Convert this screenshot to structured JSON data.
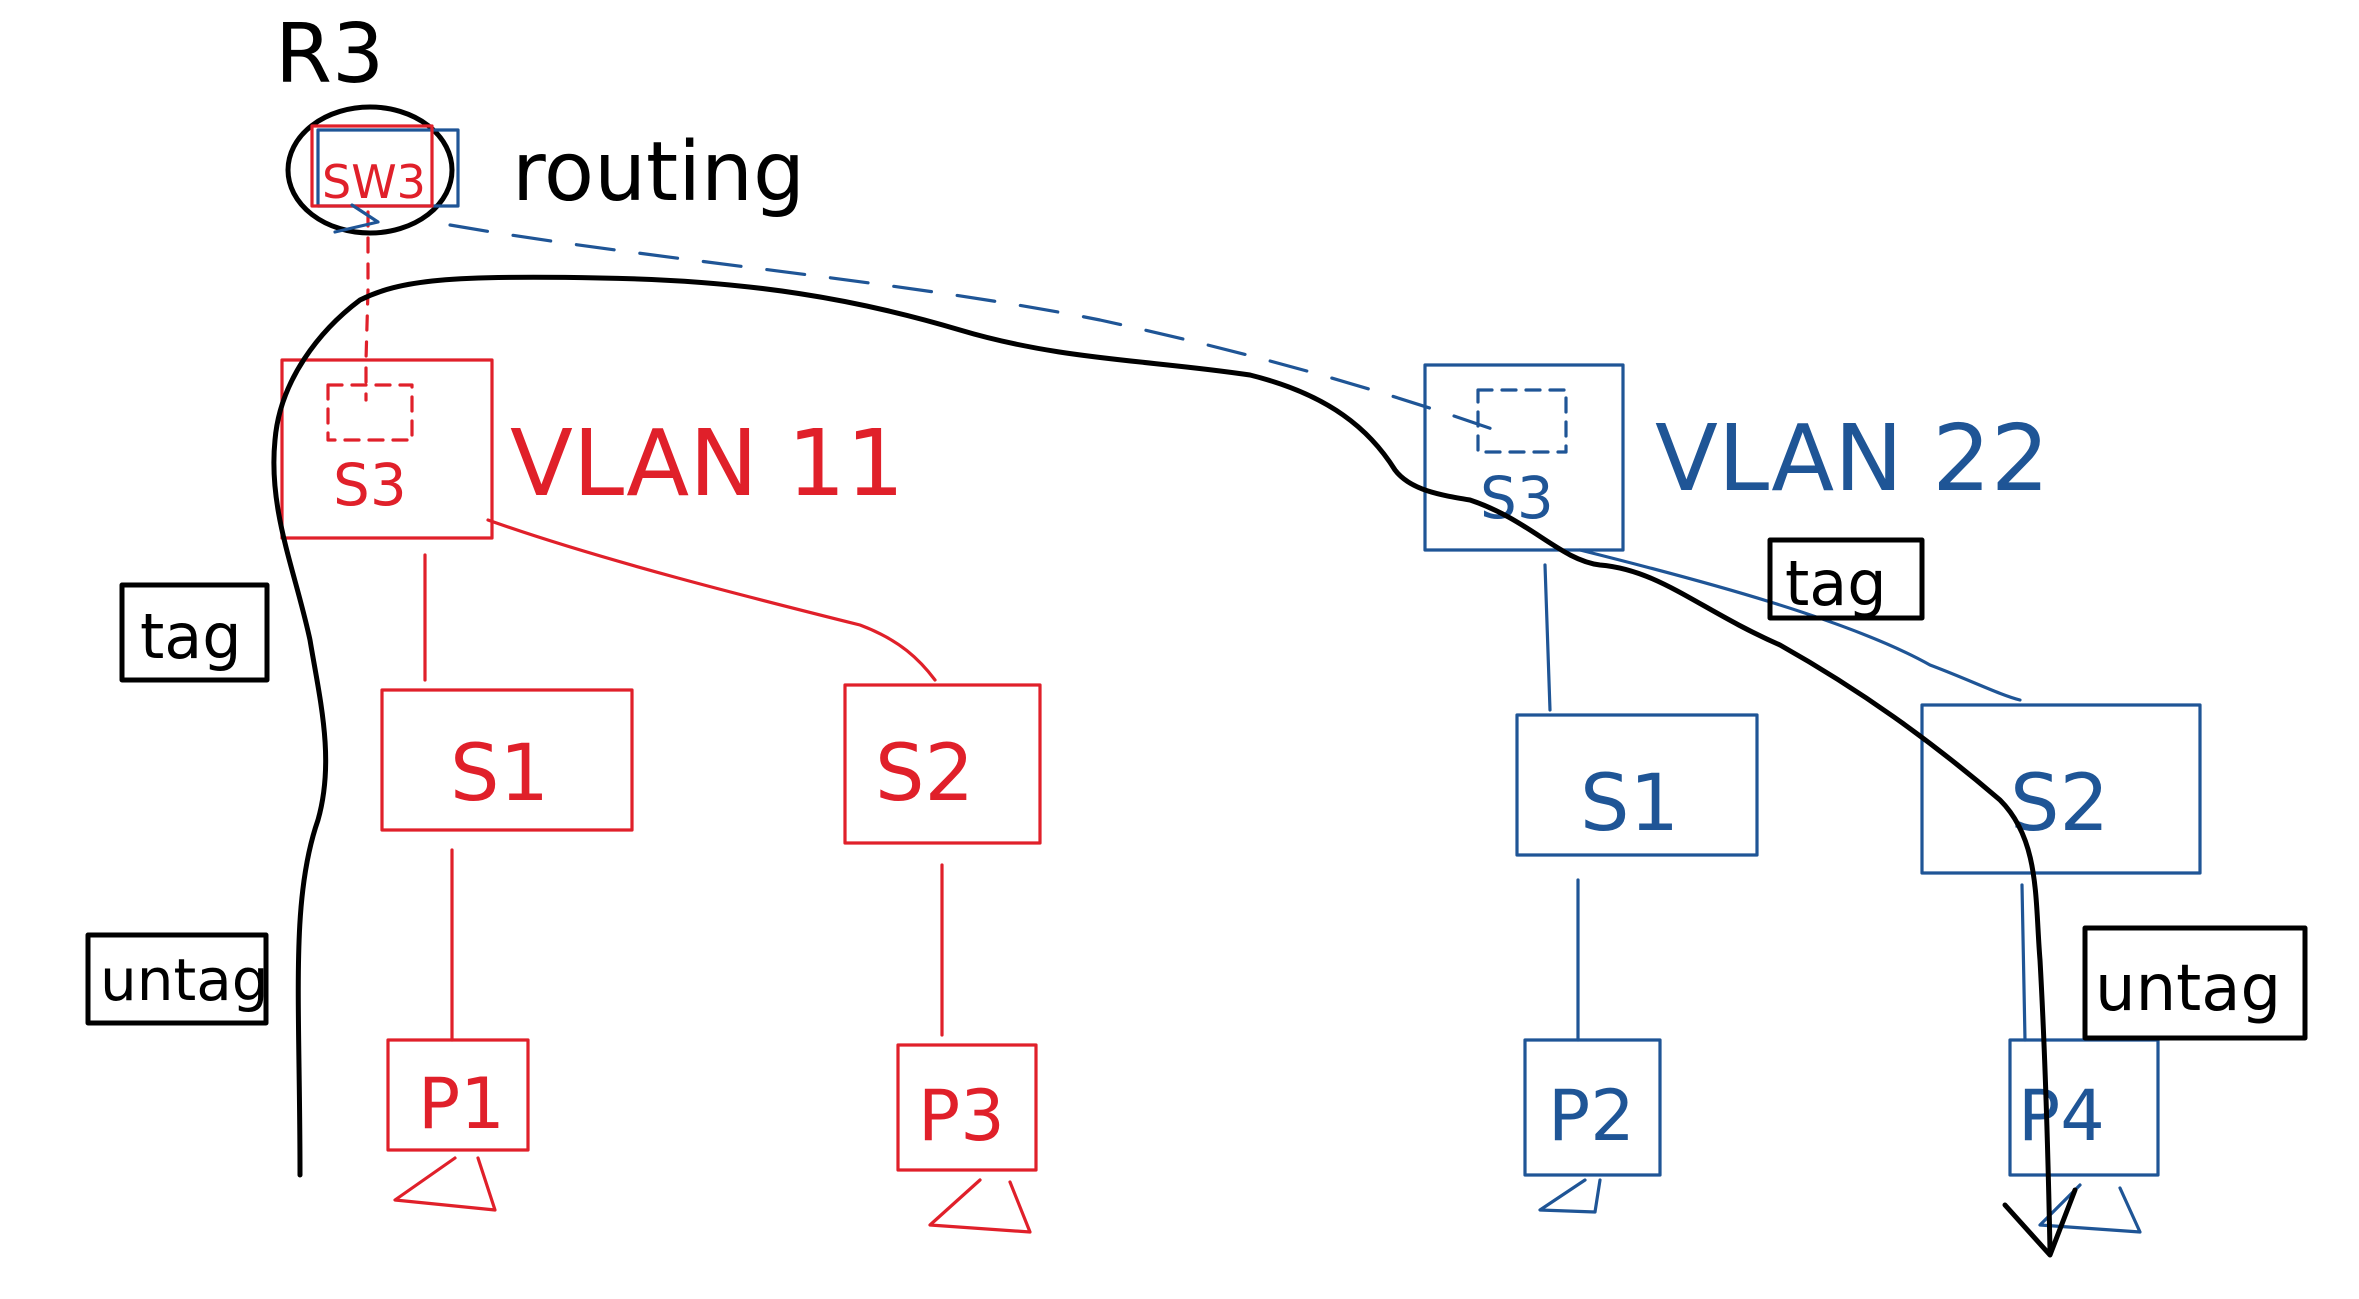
{
  "router": {
    "label": "R3",
    "inner_label": "SW3",
    "note": "routing"
  },
  "vlans": [
    {
      "name": "VLAN 11",
      "color": "#e0202a",
      "core_switch": "S3",
      "switches": [
        "S1",
        "S2"
      ],
      "hosts": [
        "P1",
        "P3"
      ]
    },
    {
      "name": "VLAN 22",
      "color": "#1f5596",
      "core_switch": "S3",
      "switches": [
        "S1",
        "S2"
      ],
      "hosts": [
        "P2",
        "P4"
      ]
    }
  ],
  "path_labels": {
    "left_tag": "tag",
    "left_untag": "untag",
    "right_tag": "tag",
    "right_untag": "untag"
  },
  "colors": {
    "red": "#e0202a",
    "blue": "#1f5596",
    "black": "#000000"
  }
}
